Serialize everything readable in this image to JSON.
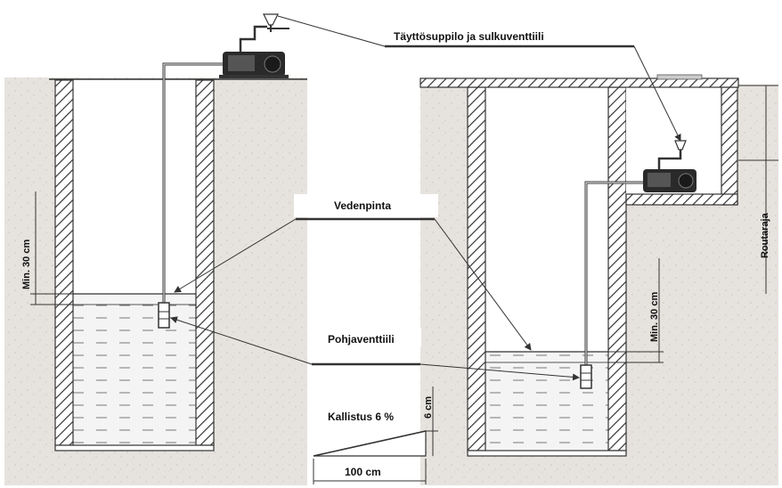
{
  "labels": {
    "fill_funnel_valve": "Täyttösuppilo ja sulkuventtiili",
    "water_level": "Vedenpinta",
    "foot_valve": "Pohjaventtiili",
    "slope": "Kallistus 6 %",
    "min_depth_left": "Min. 30 cm",
    "min_depth_right": "Min. 30 cm",
    "frost_depth": "Routaraja",
    "slope_height": "6 cm",
    "slope_length": "100 cm"
  },
  "colors": {
    "soil": "#e6e3de",
    "soil_speck": "#c9c5bf",
    "water": "#f4f4f4",
    "line": "#333333",
    "pump": "#2a2a2a"
  },
  "icons": {
    "pump": "pump-icon",
    "funnel_valve": "funnel-valve-icon",
    "foot_valve": "foot-valve-icon"
  }
}
